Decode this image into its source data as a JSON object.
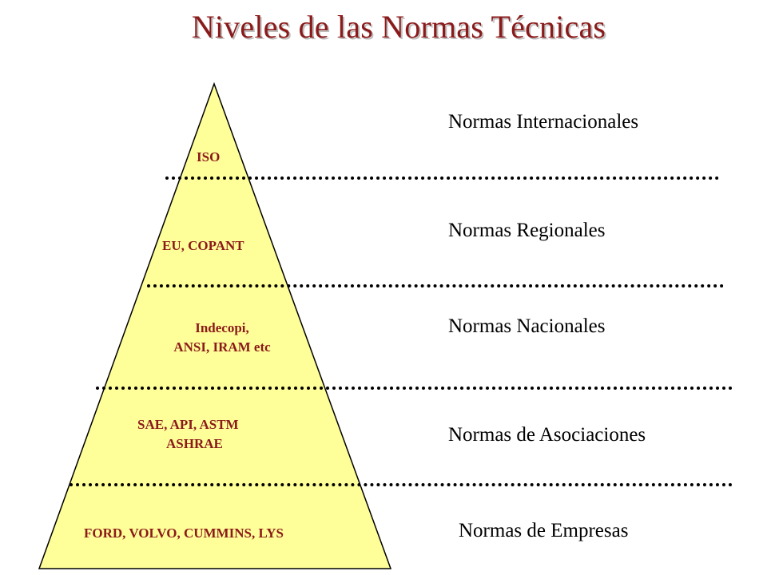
{
  "title": "Niveles de las Normas Técnicas",
  "colors": {
    "title": "#8b1a1a",
    "pyramid_fill": "#ffff99",
    "tier_label": "#8b1a1a",
    "level_text": "#000000"
  },
  "tiers": [
    {
      "lines": [
        "ISO"
      ],
      "level": "Normas Internacionales"
    },
    {
      "lines": [
        "EU, COPANT"
      ],
      "level": "Normas Regionales"
    },
    {
      "lines": [
        "Indecopi,",
        "ANSI, IRAM etc"
      ],
      "level": "Normas Nacionales"
    },
    {
      "lines": [
        "SAE, API, ASTM",
        "ASHRAE"
      ],
      "level": "Normas de Asociaciones"
    },
    {
      "lines": [
        "FORD, VOLVO, CUMMINS, LYS"
      ],
      "level": "Normas de Empresas"
    }
  ]
}
